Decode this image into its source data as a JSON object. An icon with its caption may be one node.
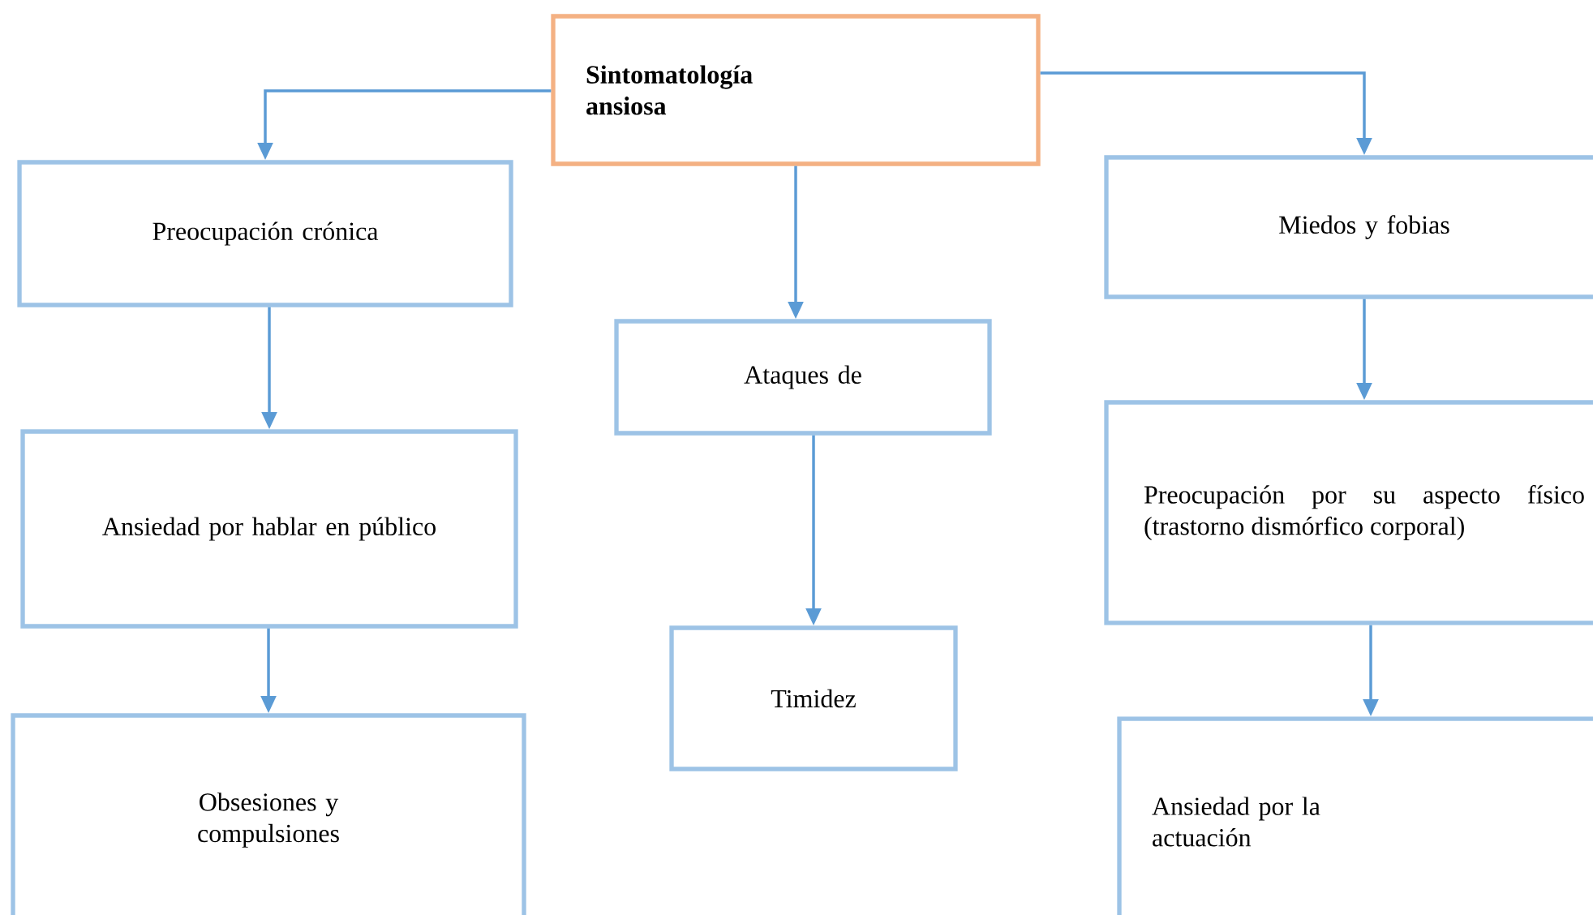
{
  "diagram": {
    "nodes": [
      {
        "text": [
          "Sintomatología ansiosa"
        ]
      },
      {
        "text": [
          "Preocupación crónica"
        ]
      },
      {
        "text": [
          "Ansiedad por hablar en público"
        ]
      },
      {
        "text": [
          "Obsesiones y compulsiones"
        ]
      },
      {
        "text": [
          "Ataques de"
        ]
      },
      {
        "text": [
          "Timidez"
        ]
      },
      {
        "text": [
          "Miedos y fobias"
        ]
      },
      {
        "text": [
          "Preocupación por su aspecto físico (trastorno dismórfico corporal)"
        ]
      },
      {
        "text": [
          "Ansiedad por la actuación"
        ]
      }
    ],
    "edges": [
      {
        "from": 0,
        "to": 1,
        "arrow": "to"
      },
      {
        "from": 0,
        "to": 4,
        "arrow": "to"
      },
      {
        "from": 0,
        "to": 6,
        "arrow": "to"
      },
      {
        "from": 1,
        "to": 2,
        "arrow": "to"
      },
      {
        "from": 2,
        "to": 3,
        "arrow": "to"
      },
      {
        "from": 4,
        "to": 5,
        "arrow": "to"
      },
      {
        "from": 6,
        "to": 7,
        "arrow": "to"
      },
      {
        "from": 7,
        "to": 8,
        "arrow": "to"
      }
    ]
  }
}
